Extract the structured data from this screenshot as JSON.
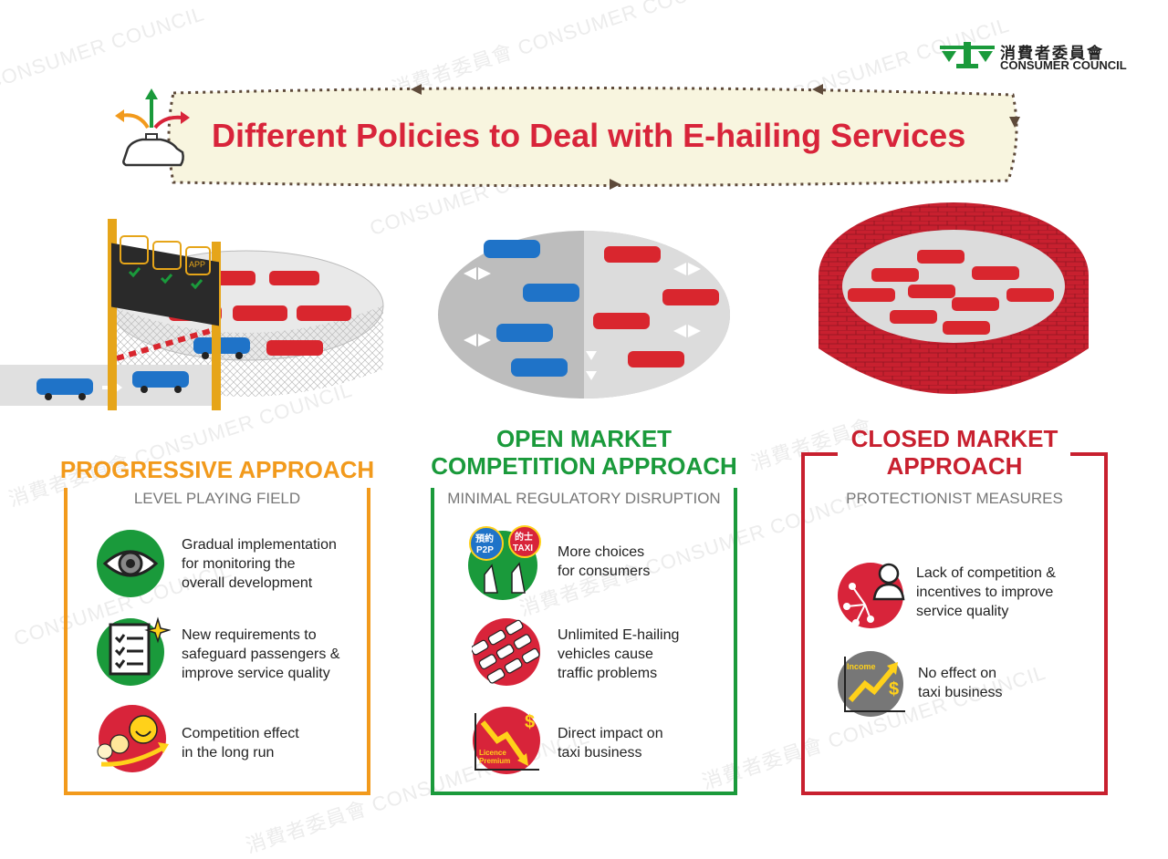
{
  "logo": {
    "chinese": "消費者委員會",
    "english": "CONSUMER COUNCIL"
  },
  "watermark": {
    "chinese": "消費者委員會",
    "english": "CONSUMER COUNCIL"
  },
  "title": "Different Policies to Deal with E-hailing Services",
  "colors": {
    "title_red": "#d8243a",
    "orange": "#f29a1c",
    "green": "#1a9a3b",
    "red": "#c8202f",
    "taxi_red": "#d9262e",
    "car_blue": "#1f73c8"
  },
  "sections": [
    {
      "heading": "PROGRESSIVE APPROACH",
      "subtitle": "LEVEL PLAYING FIELD",
      "items": [
        {
          "icon": "eye-icon",
          "text_lines": [
            "Gradual implementation",
            "for monitoring the",
            "overall development"
          ]
        },
        {
          "icon": "checklist-icon",
          "text_lines": [
            "New requirements to",
            "safeguard passengers &",
            "improve service quality"
          ]
        },
        {
          "icon": "smile-growth-icon",
          "text_lines": [
            "Competition effect",
            "in the long run"
          ]
        }
      ],
      "illustration": {
        "sign_labels": [
          "APP"
        ]
      }
    },
    {
      "heading_lines": [
        "OPEN MARKET",
        "COMPETITION APPROACH"
      ],
      "subtitle": "MINIMAL REGULATORY DISRUPTION",
      "items": [
        {
          "icon": "choice-buttons-icon",
          "badges": [
            "預約",
            "P2P",
            "的士",
            "TAXI"
          ],
          "text_lines": [
            "More choices",
            "for consumers"
          ]
        },
        {
          "icon": "traffic-jam-icon",
          "text_lines": [
            "Unlimited E-hailing",
            "vehicles cause",
            "traffic problems"
          ]
        },
        {
          "icon": "falling-chart-icon",
          "badges": [
            "Licence",
            "Premium"
          ],
          "text_lines": [
            "Direct impact on",
            "taxi business"
          ]
        }
      ]
    },
    {
      "heading_lines": [
        "CLOSED MARKET",
        "APPROACH"
      ],
      "subtitle": "PROTECTIONIST MEASURES",
      "items": [
        {
          "icon": "person-network-icon",
          "text_lines": [
            "Lack of competition &",
            "incentives to improve",
            "service quality"
          ]
        },
        {
          "icon": "income-chart-icon",
          "badges": [
            "Income"
          ],
          "text_lines": [
            "No effect on",
            "taxi business"
          ]
        }
      ]
    }
  ]
}
